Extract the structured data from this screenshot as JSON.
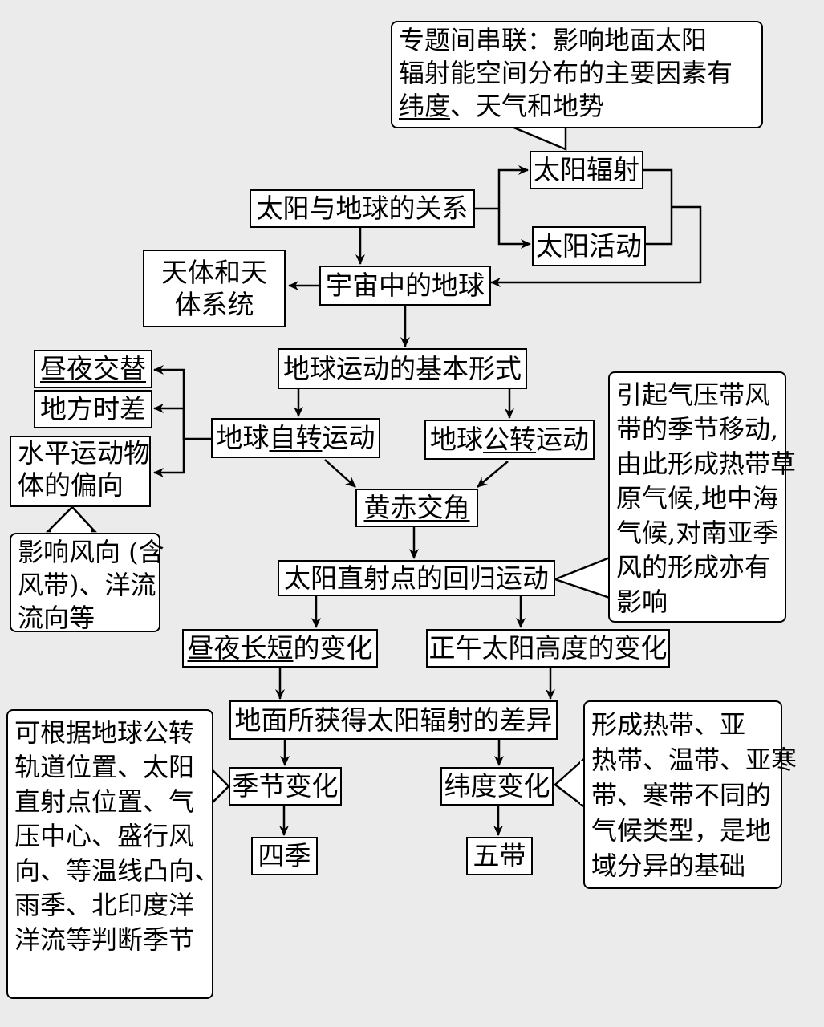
{
  "nodes": {
    "sun_earth_relation": "太阳与地球的关系",
    "solar_radiation": "太阳辐射",
    "solar_activity": "太阳活动",
    "earth_in_universe": "宇宙中的地球",
    "celestial_systems_line1": "天体和天",
    "celestial_systems_line2": "体系统",
    "basic_forms_of_motion": "地球运动的基本形式",
    "rotation": {
      "prefix": "地球",
      "key": "自转",
      "suffix": "运动"
    },
    "revolution": {
      "prefix": "地球",
      "key": "公转",
      "suffix": "运动"
    },
    "day_night_alternation": "昼夜交替",
    "local_time_difference": "地方时差",
    "deflection_line1": "水平运动物",
    "deflection_line2": "体的偏向",
    "obliquity": "黄赤交角",
    "subsolar_point_migration": "太阳直射点的回归运动",
    "day_length": {
      "key": "昼夜长短",
      "suffix": "的变化"
    },
    "noon_sun_altitude": "正午太阳高度的变化",
    "radiation_difference": "地面所获得太阳辐射的差异",
    "seasonal_change": "季节变化",
    "latitudinal_change": "纬度变化",
    "four_seasons": "四季",
    "five_zones": "五带"
  },
  "callouts": {
    "topic_link": [
      "专题间串联：影响地面太阳",
      "辐射能空间分布的主要因素有",
      "纬度、天气和地势"
    ],
    "topic_link_underlined": "纬度",
    "deflection_effect": [
      "影响风向 (含",
      "风带)、洋流",
      "流向等"
    ],
    "pressure_belt_shift": [
      "引起气压带风",
      "带的季节移动,",
      "由此形成热带草",
      "原气候,地中海",
      "气候,对南亚季",
      "风的形成亦有",
      "影响"
    ],
    "season_judgement": [
      "可根据地球公转",
      "轨道位置、太阳",
      "直射点位置、气",
      "压中心、盛行风",
      "向、等温线凸向、",
      "雨季、北印度洋",
      "洋流等判断季节"
    ],
    "climate_zones": [
      "形成热带、亚",
      "热带、温带、亚寒",
      "带、寒带不同的",
      "气候类型，是地",
      "域分异的基础"
    ]
  }
}
